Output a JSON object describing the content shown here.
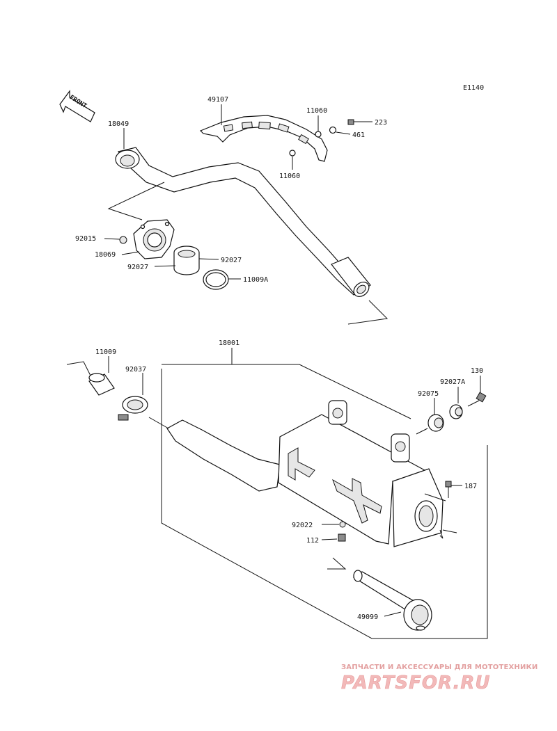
{
  "diagram_code": "E1140",
  "front_label": "FRONT",
  "callouts": {
    "p49107": "49107",
    "p11060a": "11060",
    "p11060b": "11060",
    "p223": "223",
    "p461": "461",
    "p18049": "18049",
    "p92015": "92015",
    "p18069": "18069",
    "p92027a": "92027",
    "p92027b": "92027",
    "p11009A": "11009A",
    "p18001": "18001",
    "p11009": "11009",
    "p92037": "92037",
    "p130": "130",
    "p92027A": "92027A",
    "p92075": "92075",
    "p187": "187",
    "p92022": "92022",
    "p112": "112",
    "p49099": "49099"
  },
  "watermark": {
    "tagline": "ЗАПЧАСТИ И АКСЕССУАРЫ ДЛЯ МОТОТЕХНИКИ",
    "brand": "PARTSFOR.RU"
  }
}
